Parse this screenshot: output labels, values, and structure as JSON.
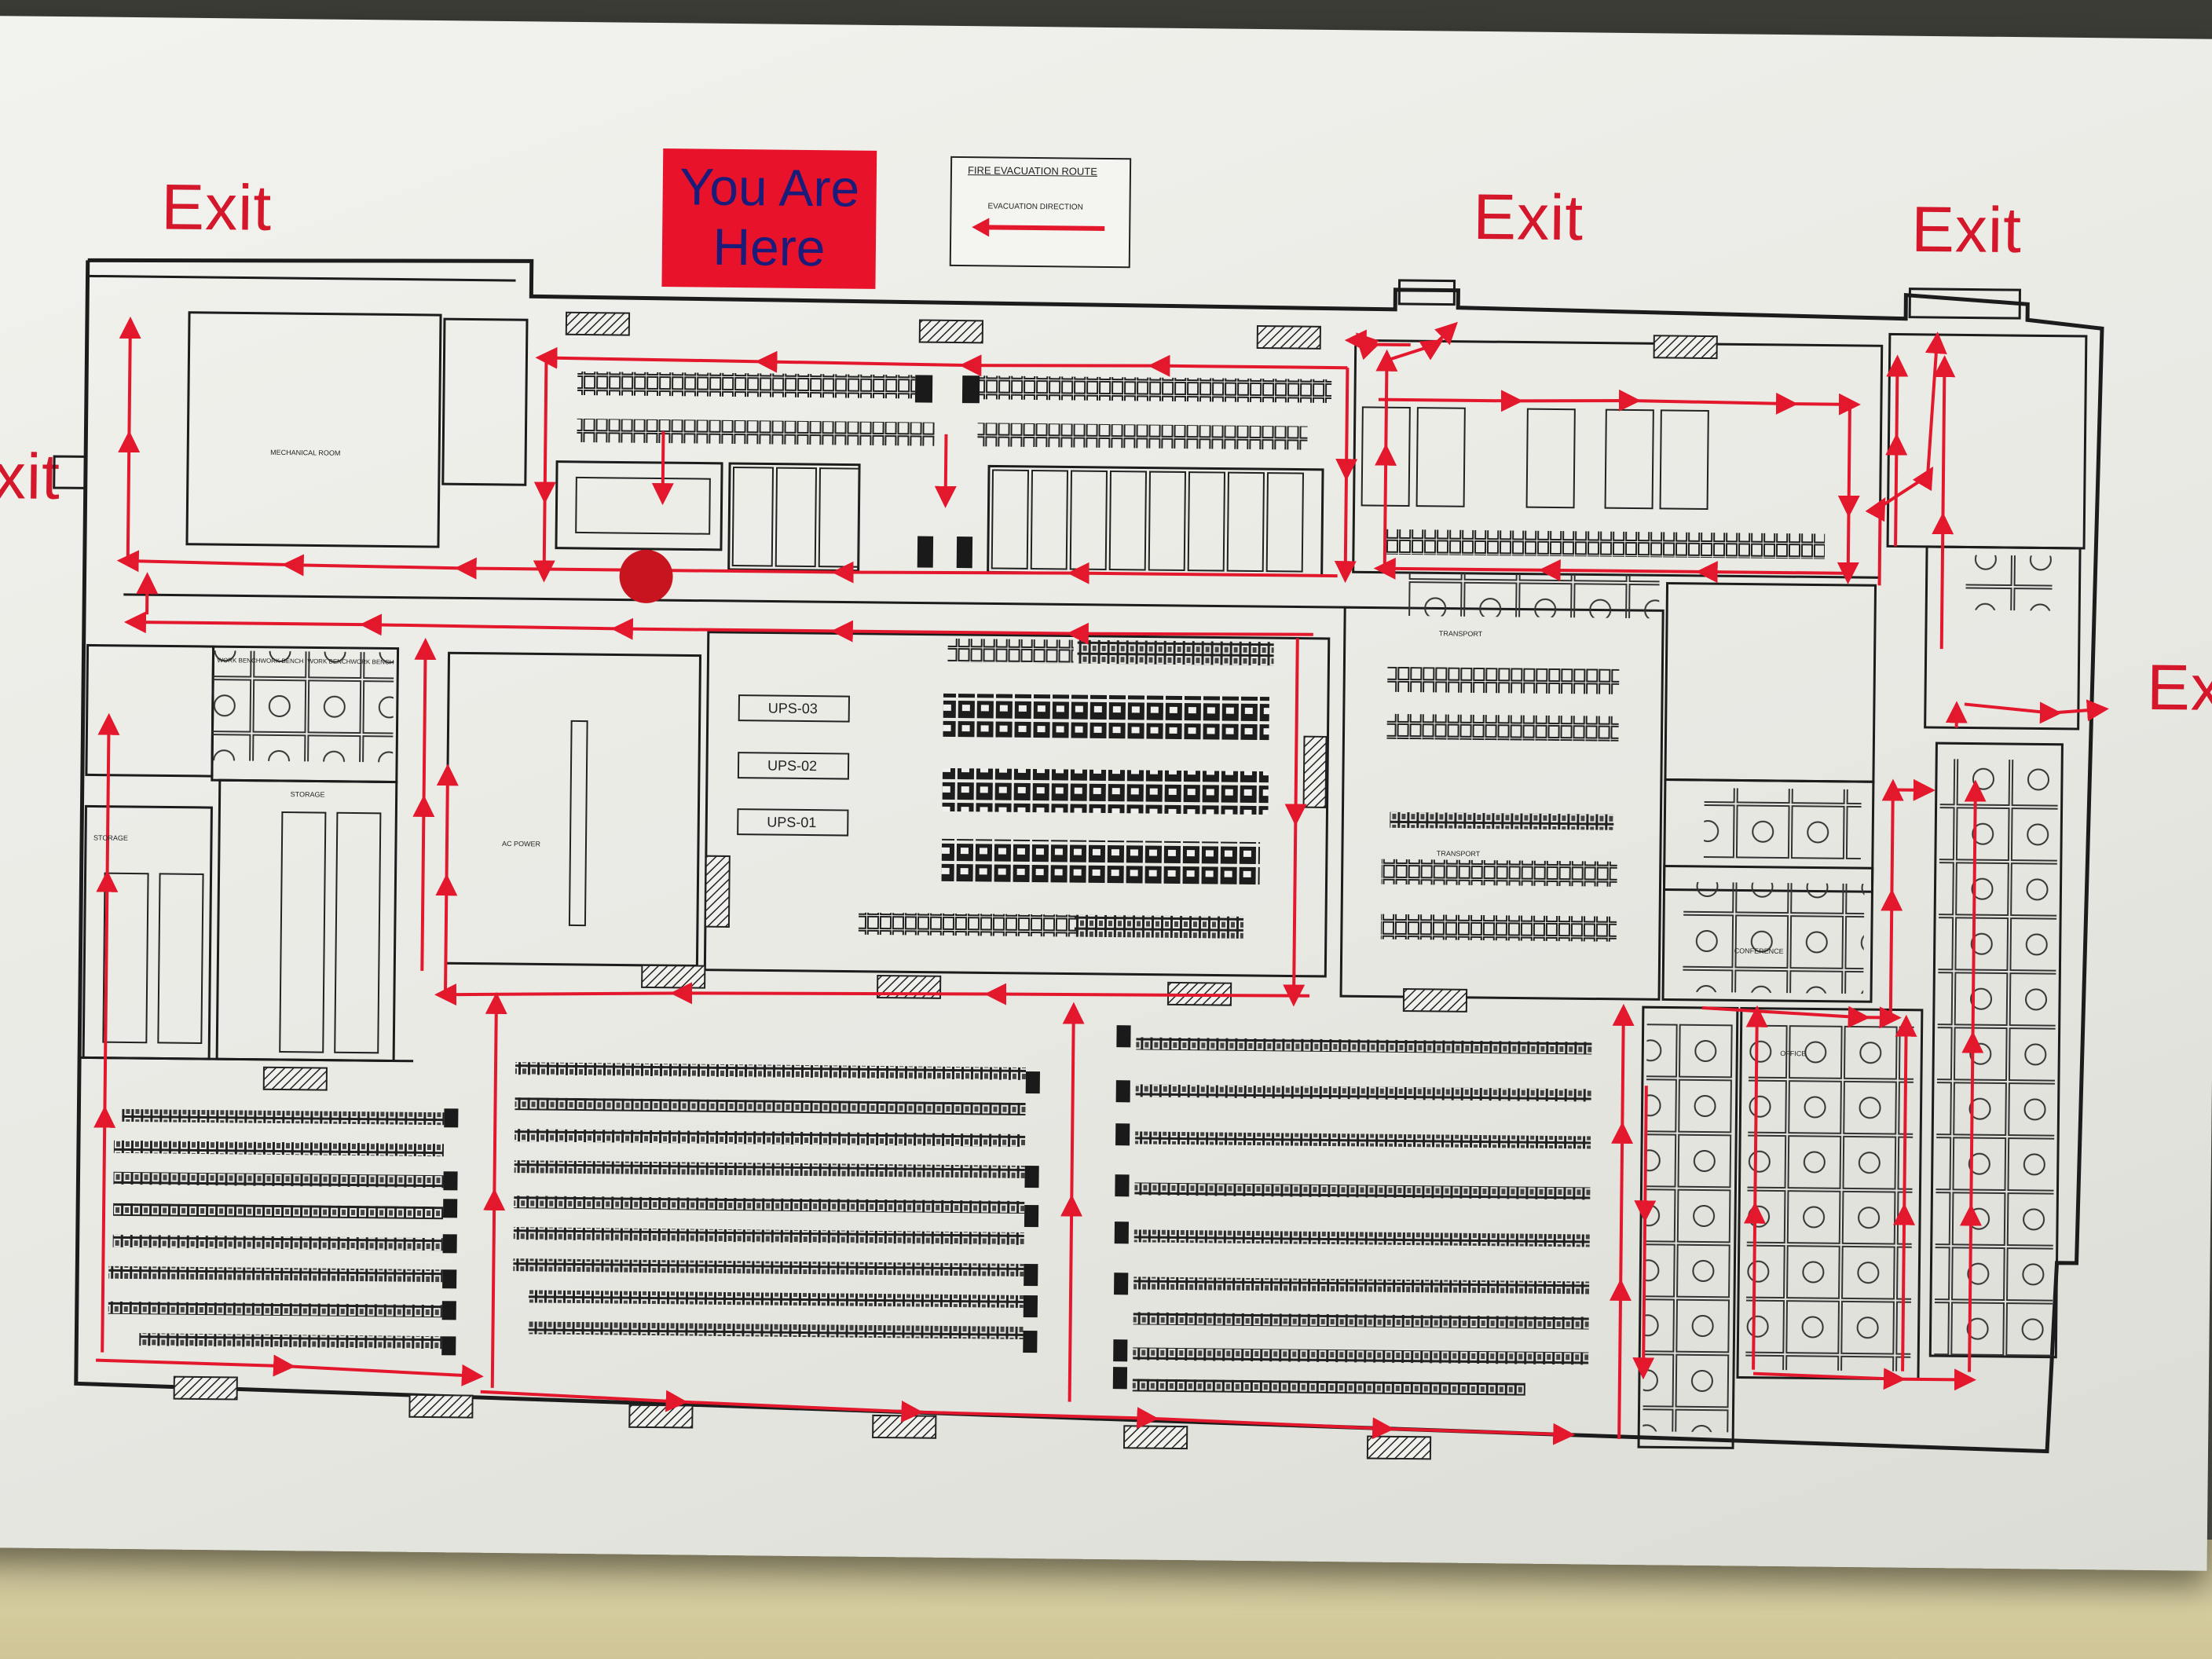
{
  "exits": [
    {
      "label": "Exit"
    },
    {
      "label": "Exit"
    },
    {
      "label": "Exit"
    },
    {
      "label": "xit"
    },
    {
      "label": "Ex"
    }
  ],
  "you_are_here": {
    "line1": "You Are",
    "line2": "Here"
  },
  "legend": {
    "title": "FIRE EVACUATION ROUTE",
    "item": "EVACUATION DIRECTION"
  },
  "rooms": {
    "ups": [
      "UPS-03",
      "UPS-02",
      "UPS-01"
    ],
    "mechanical": "MECHANICAL ROOM",
    "ac_power": "AC POWER",
    "storage": "STORAGE",
    "transport": "TRANSPORT",
    "conference": "CONFERENCE",
    "office": "OFFICE",
    "work_bench": "WORK BENCH"
  },
  "colors": {
    "route": "#e3182d",
    "linework": "#1c1c1c",
    "marker": "#c8141f"
  }
}
